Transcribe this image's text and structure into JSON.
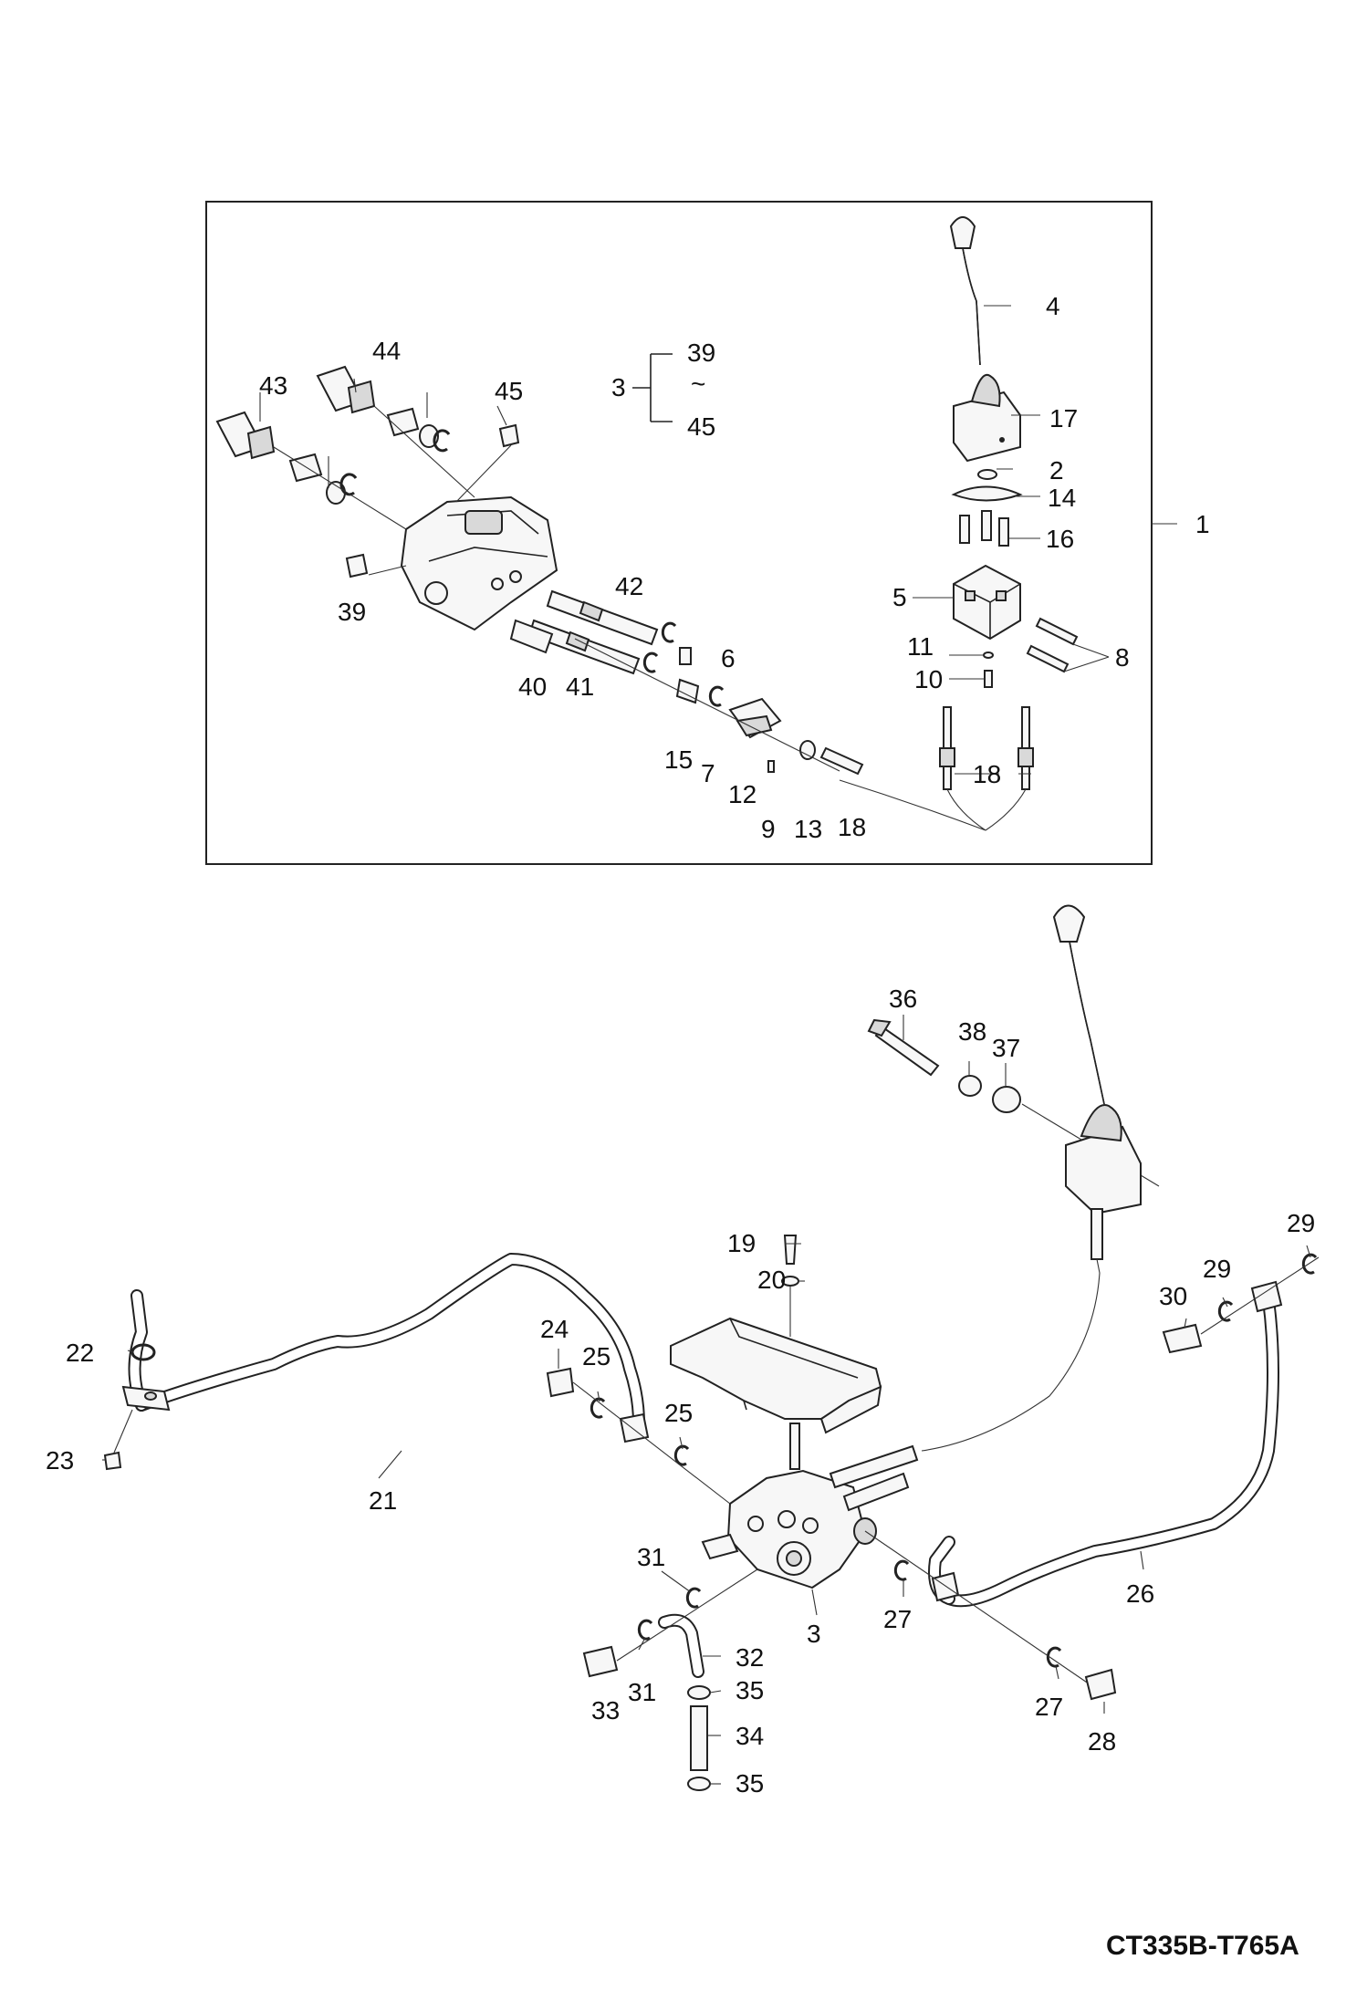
{
  "drawing_code": "CT335B-T765A",
  "range_note": {
    "main": "3",
    "from": "39",
    "tilde": "~",
    "to": "45"
  },
  "callouts": {
    "c1": "1",
    "c2": "2",
    "c3_top": "3",
    "c4": "4",
    "c5": "5",
    "c6": "6",
    "c7": "7",
    "c8": "8",
    "c9": "9",
    "c10": "10",
    "c11": "11",
    "c12": "12",
    "c13": "13",
    "c14": "14",
    "c15": "15",
    "c16": "16",
    "c17": "17",
    "c18a": "18",
    "c18b": "18",
    "c39": "39",
    "c40": "40",
    "c41": "41",
    "c42": "42",
    "c43": "43",
    "c44": "44",
    "c45": "45",
    "c36": "36",
    "c37": "37",
    "c38": "38",
    "c19": "19",
    "c20": "20",
    "c29a": "29",
    "c29b": "29",
    "c30": "30",
    "c22": "22",
    "c23": "23",
    "c24": "24",
    "c25a": "25",
    "c25b": "25",
    "c21": "21",
    "c31a": "31",
    "c31b": "31",
    "c3_bot": "3",
    "c27a": "27",
    "c27b": "27",
    "c26": "26",
    "c32": "32",
    "c33": "33",
    "c34": "34",
    "c35a": "35",
    "c35b": "35",
    "c28": "28"
  }
}
